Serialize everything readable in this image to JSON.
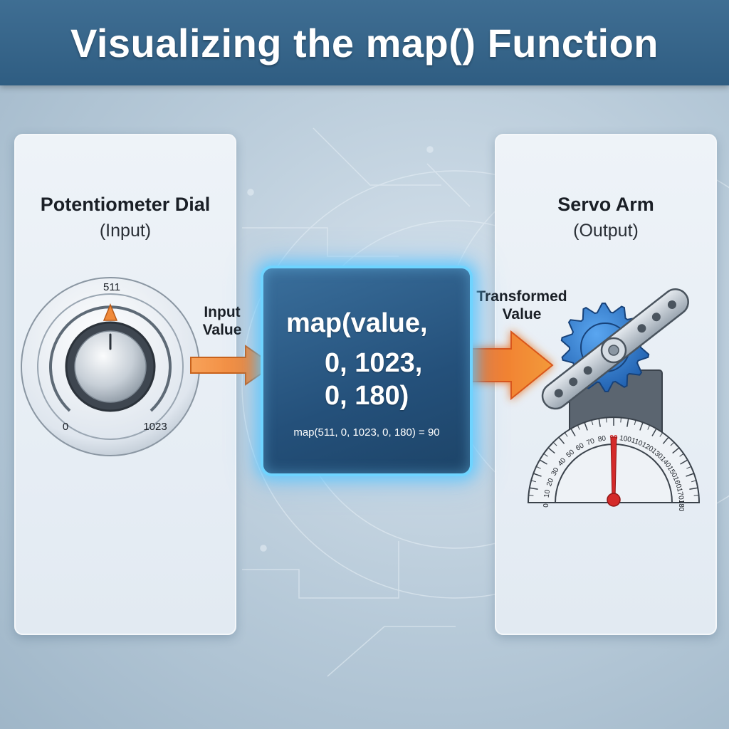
{
  "title": "Visualizing the map() Function",
  "input_panel": {
    "title": "Potentiometer Dial",
    "subtitle": "(Input)",
    "dial_value_label": "511",
    "min_label": "0",
    "max_label": "1023",
    "knob_fraction": 0.5
  },
  "arrow_labels": {
    "input_line1": "Input",
    "input_line2": "Value",
    "transformed_line1": "Transformed",
    "transformed_line2": "Value"
  },
  "map_box": {
    "code_line1": "map(value,",
    "code_line2": "0, 1023,",
    "code_line3": "0, 180)",
    "example": "map(511, 0, 1023, 0, 180) = 90"
  },
  "output_panel": {
    "title": "Servo Arm",
    "subtitle": "(Output)",
    "scale_ticks": [
      "0",
      "10",
      "20",
      "30",
      "40",
      "50",
      "60",
      "70",
      "80",
      "90",
      "100",
      "110",
      "120",
      "130",
      "140",
      "150",
      "160",
      "170",
      "180"
    ],
    "needle_value": 90,
    "highlight_tick": "90"
  },
  "colors": {
    "title_bar": "#2f5d82",
    "arrow_orange": "#f08a3a",
    "glow_blue": "#6fd4ff",
    "needle_red": "#d42a2a",
    "gear_blue": "#2f7fd6"
  }
}
